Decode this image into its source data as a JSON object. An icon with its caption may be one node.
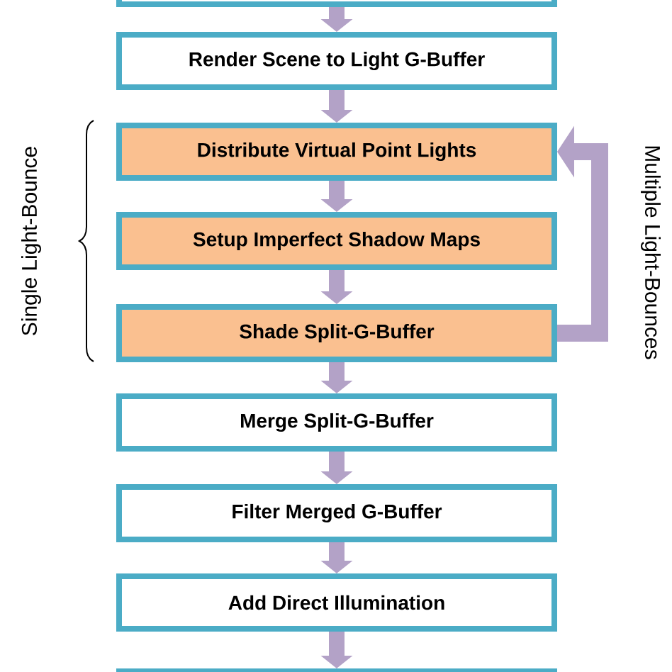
{
  "diagram": {
    "nodes": [
      {
        "text": [],
        "shape": "box"
      },
      {
        "text": [
          "Render Scene to Light G-Buffer"
        ]
      },
      {
        "text": [
          "Distribute Virtual Point Lights"
        ]
      },
      {
        "text": [
          "Setup Imperfect Shadow Maps"
        ]
      },
      {
        "text": [
          "Shade Split-G-Buffer"
        ]
      },
      {
        "text": [
          "Merge Split-G-Buffer"
        ]
      },
      {
        "text": [
          "Filter Merged G-Buffer"
        ]
      },
      {
        "text": [
          "Add Direct Illumination"
        ]
      },
      {
        "text": [],
        "shape": "box"
      }
    ],
    "edges": [
      {
        "from": 0,
        "to": 1,
        "arrow": "to"
      },
      {
        "from": 1,
        "to": 2,
        "arrow": "to"
      },
      {
        "from": 2,
        "to": 3,
        "arrow": "to"
      },
      {
        "from": 3,
        "to": 4,
        "arrow": "to"
      },
      {
        "from": 4,
        "to": 5,
        "arrow": "to"
      },
      {
        "from": 5,
        "to": 6,
        "arrow": "to"
      },
      {
        "from": 6,
        "to": 7,
        "arrow": "to"
      },
      {
        "from": 7,
        "to": 8,
        "arrow": "to"
      },
      {
        "from": 4,
        "to": 2,
        "arrow": "to",
        "label": "Multiple Light-Bounces"
      }
    ],
    "labels": [
      "Single Light-Bounce"
    ]
  }
}
